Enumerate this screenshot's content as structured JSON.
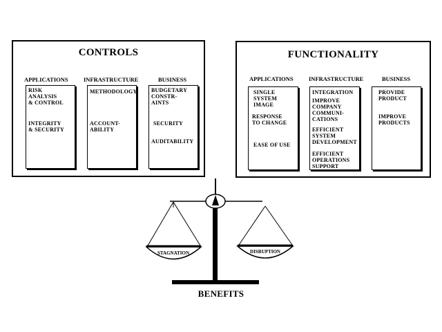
{
  "controls": {
    "title": "CONTROLS",
    "headers": {
      "applications": "APPLICATIONS",
      "infrastructure": "INFRASTRUCTURE",
      "business": "BUSINESS"
    },
    "applications": {
      "risk": "RISK\nANALYSIS\n& CONTROL",
      "integrity": "INTEGRITY\n& SECURITY"
    },
    "infrastructure": {
      "methodology": "METHODOLOGY",
      "accountability": "ACCOUNT-\nABILITY"
    },
    "business": {
      "budgetary": "BUDGETARY\nCONSTR-\nAINTS",
      "security": "SECURITY",
      "auditability": "AUDITABILITY"
    }
  },
  "functionality": {
    "title": "FUNCTIONALITY",
    "headers": {
      "applications": "APPLICATIONS",
      "infrastructure": "INFRASTRUCTURE",
      "business": "BUSINESS"
    },
    "applications": {
      "single": "SINGLE\nSYSTEM\nIMAGE",
      "response": "RESPONSE\nTO CHANGE",
      "ease": "EASE OF USE"
    },
    "infrastructure": {
      "integration": "INTEGRATION",
      "communications": "IMPROVE\nCOMPANY\nCOMMUNI-\nCATIONS",
      "development": "EFFICIENT\nSYSTEM\nDEVELOPMENT",
      "operations": "EFFICIENT\nOPERATIONS\nSUPPORT"
    },
    "business": {
      "provide": "PROVIDE\nPRODUCT",
      "improve": "IMPROVE\nPRODUCTS"
    }
  },
  "scale": {
    "left_pan": "STAGNATION",
    "right_pan": "DISRUPTION",
    "base_label": "BENEFITS"
  }
}
